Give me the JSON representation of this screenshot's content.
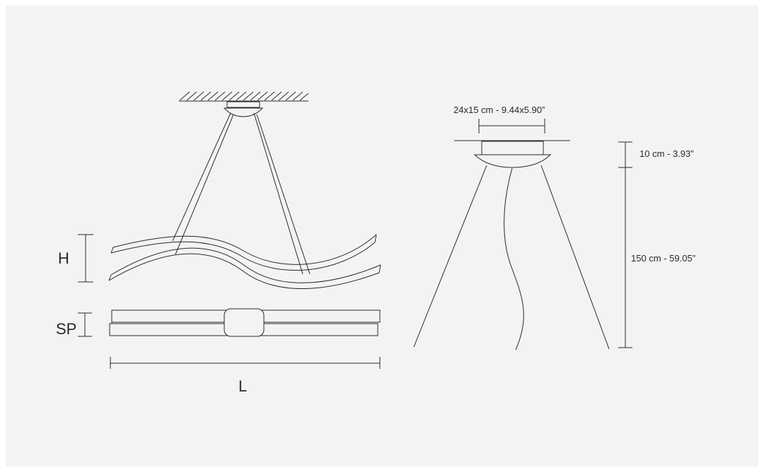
{
  "left_view": {
    "height_label": "H",
    "thickness_label": "SP",
    "length_label": "L"
  },
  "right_view": {
    "canopy_dimension": "24x15 cm - 9.44x5.90”",
    "canopy_height": "10 cm - 3.93”",
    "suspension_length": "150 cm - 59.05”"
  },
  "colors": {
    "background": "#f2f3f5",
    "line": "#2a2a2a"
  }
}
